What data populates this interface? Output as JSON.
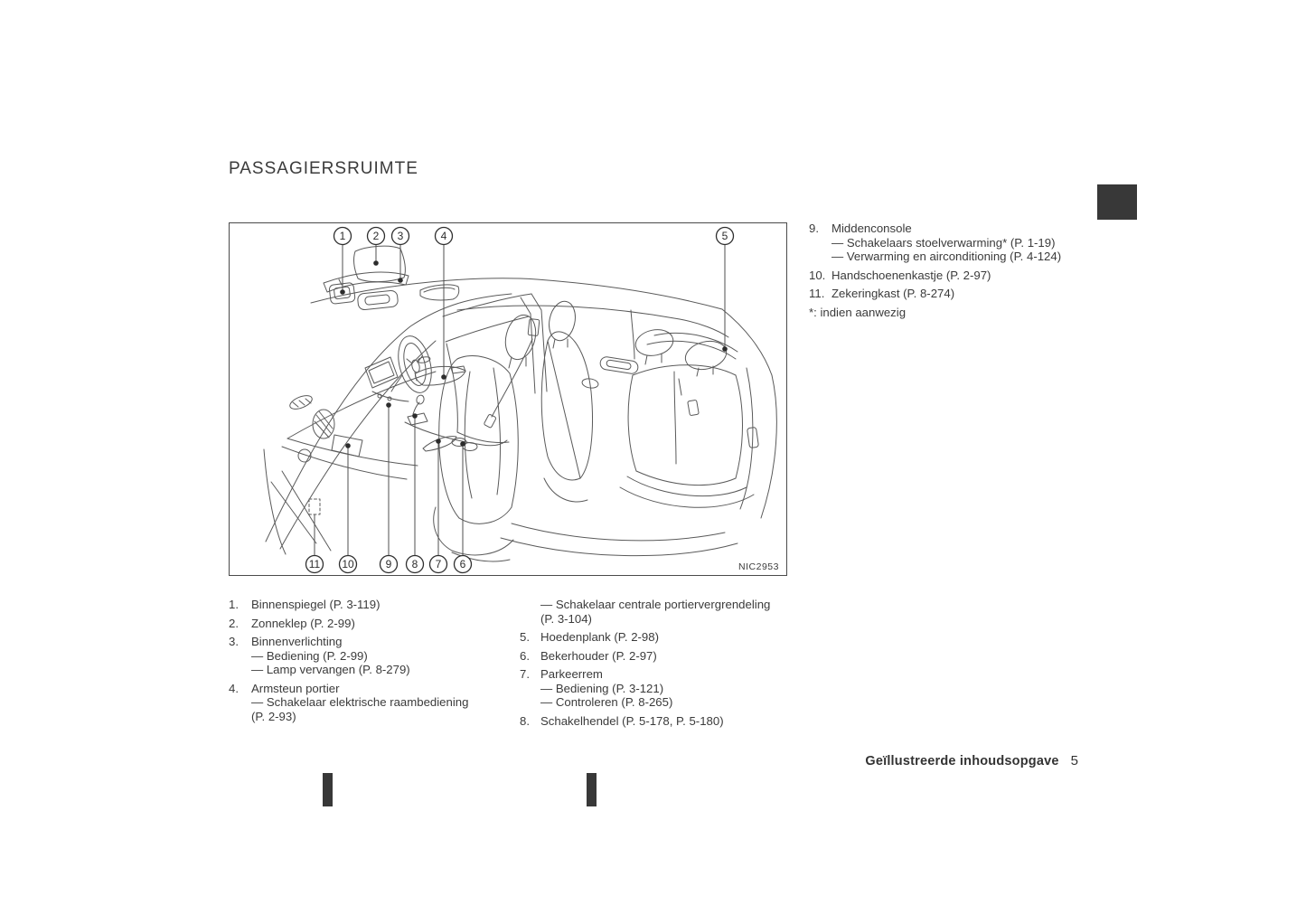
{
  "page": {
    "title": "PASSAGIERSRUIMTE",
    "footer_section": "Geïllustreerde inhoudsopgave",
    "footer_page_number": "5"
  },
  "diagram": {
    "code": "NIC2953",
    "callouts": [
      "1",
      "2",
      "3",
      "4",
      "5",
      "6",
      "7",
      "8",
      "9",
      "10",
      "11"
    ]
  },
  "legend": {
    "left": [
      {
        "num": "1.",
        "lines": [
          "Binnenspiegel (P. 3-119)"
        ]
      },
      {
        "num": "2.",
        "lines": [
          "Zonneklep (P. 2-99)"
        ]
      },
      {
        "num": "3.",
        "lines": [
          "Binnenverlichting",
          "— Bediening (P. 2-99)",
          "— Lamp vervangen (P. 8-279)"
        ]
      },
      {
        "num": "4.",
        "lines": [
          "Armsteun portier",
          "— Schakelaar elektrische raambediening",
          "(P. 2-93)"
        ]
      }
    ],
    "middle": [
      {
        "num": "",
        "lines": [
          "— Schakelaar centrale portiervergrendeling",
          "(P. 3-104)"
        ]
      },
      {
        "num": "5.",
        "lines": [
          "Hoedenplank (P. 2-98)"
        ]
      },
      {
        "num": "6.",
        "lines": [
          "Bekerhouder (P. 2-97)"
        ]
      },
      {
        "num": "7.",
        "lines": [
          "Parkeerrem",
          "— Bediening (P. 3-121)",
          "— Controleren (P. 8-265)"
        ]
      },
      {
        "num": "8.",
        "lines": [
          "Schakelhendel (P. 5-178, P. 5-180)"
        ]
      }
    ],
    "right": [
      {
        "num": "9.",
        "lines": [
          "Middenconsole",
          "— Schakelaars stoelverwarming* (P. 1-19)",
          "— Verwarming en airconditioning (P. 4-124)"
        ]
      },
      {
        "num": "10.",
        "lines": [
          "Handschoenenkastje (P. 2-97)"
        ]
      },
      {
        "num": "11.",
        "lines": [
          "Zekeringkast (P. 8-274)"
        ]
      }
    ],
    "footnote": "*: indien aanwezig"
  },
  "colors": {
    "text_ink": "#3b3b3b",
    "line_art": "#5a5a5a",
    "marker_blocks": "#383838"
  }
}
